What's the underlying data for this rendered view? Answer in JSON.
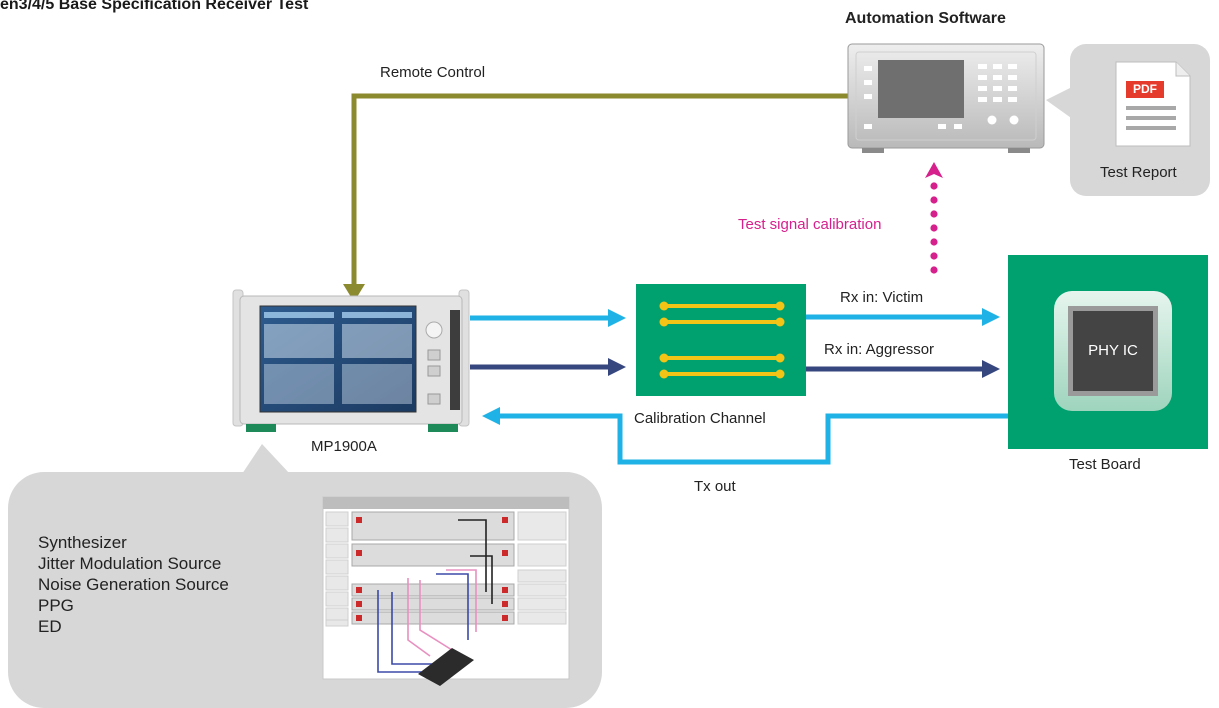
{
  "title": "en3/4/5 Base Specification Receiver Test",
  "labels": {
    "automation_software": "Automation Software",
    "remote_control": "Remote Control",
    "test_report": "Test Report",
    "pdf_badge": "PDF",
    "test_signal_calibration": "Test signal calibration",
    "rx_victim": "Rx in: Victim",
    "rx_aggressor": "Rx in: Aggressor",
    "calibration_channel": "Calibration Channel",
    "mp1900a": "MP1900A",
    "tx_out": "Tx out",
    "test_board": "Test Board",
    "phy_ic": "PHY IC"
  },
  "modules": [
    "Synthesizer",
    "Jitter Modulation Source",
    "Noise Generation Source",
    "PPG",
    "ED"
  ],
  "colors": {
    "remote_line": "#8c8a2e",
    "light_blue": "#1fb2e6",
    "dark_blue": "#36467e",
    "magenta": "#d6208c",
    "green": "#00a16e",
    "yellow_trace": "#f3c315",
    "gray_panel": "#d7d7d7"
  }
}
